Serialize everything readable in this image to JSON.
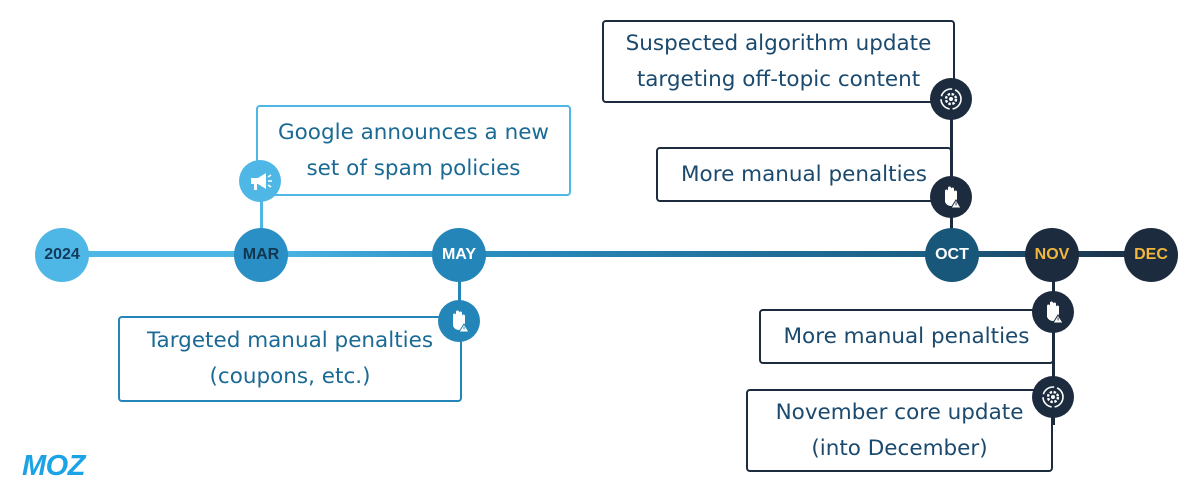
{
  "colors": {
    "light_blue": "#4fb7e6",
    "mid_blue": "#2486b8",
    "dark_blue": "#165f86",
    "navy": "#1c2b3e",
    "gold": "#f2b73d"
  },
  "timeline": {
    "nodes": [
      "2024",
      "MAR",
      "MAY",
      "OCT",
      "NOV",
      "DEC"
    ]
  },
  "events": {
    "mar": {
      "line1": "Google announces a new",
      "line2": "set of spam policies",
      "icon": "megaphone-icon"
    },
    "may": {
      "line1": "Targeted manual penalties",
      "line2": "(coupons, etc.)",
      "icon": "hand-warning-icon"
    },
    "oct_top": {
      "line1": "Suspected algorithm update",
      "line2": "targeting off-topic content",
      "icon": "gear-cycle-icon"
    },
    "oct_mid": {
      "line1": "More manual penalties",
      "icon": "hand-warning-icon"
    },
    "nov_mid": {
      "line1": "More manual penalties",
      "icon": "hand-warning-icon"
    },
    "nov_bottom": {
      "line1": "November core update",
      "line2": "(into December)",
      "icon": "gear-cycle-icon"
    }
  },
  "logo": "MOZ"
}
